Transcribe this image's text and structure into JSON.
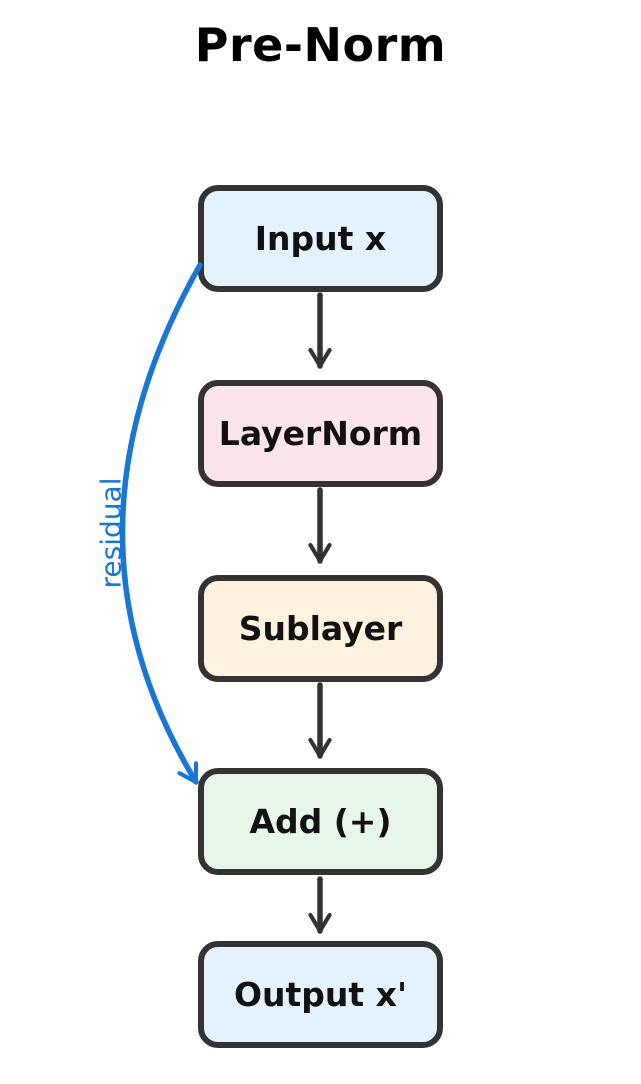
{
  "title": "Pre-Norm",
  "diagram": {
    "type": "flowchart",
    "direction": "top-down",
    "nodes": [
      {
        "id": "input",
        "label": "Input x",
        "fill": "#e3f2fd"
      },
      {
        "id": "layernorm",
        "label": "LayerNorm",
        "fill": "#fce4ec"
      },
      {
        "id": "sublayer",
        "label": "Sublayer",
        "fill": "#fff3e0"
      },
      {
        "id": "add",
        "label": "Add (+)",
        "fill": "#e8f5e9"
      },
      {
        "id": "output",
        "label": "Output x'",
        "fill": "#e3f2fd"
      }
    ],
    "edges": [
      {
        "from": "input",
        "to": "layernorm",
        "style": "straight-arrow"
      },
      {
        "from": "layernorm",
        "to": "sublayer",
        "style": "straight-arrow"
      },
      {
        "from": "sublayer",
        "to": "add",
        "style": "straight-arrow"
      },
      {
        "from": "add",
        "to": "output",
        "style": "straight-arrow"
      },
      {
        "from": "input",
        "to": "add",
        "style": "curved-left-arrow",
        "label": "residual"
      }
    ]
  },
  "colors": {
    "accent_blue": "#1976d2",
    "edge_dark": "#333333",
    "node_border": "#333333",
    "background": "#ffffff",
    "text": "#111111"
  }
}
